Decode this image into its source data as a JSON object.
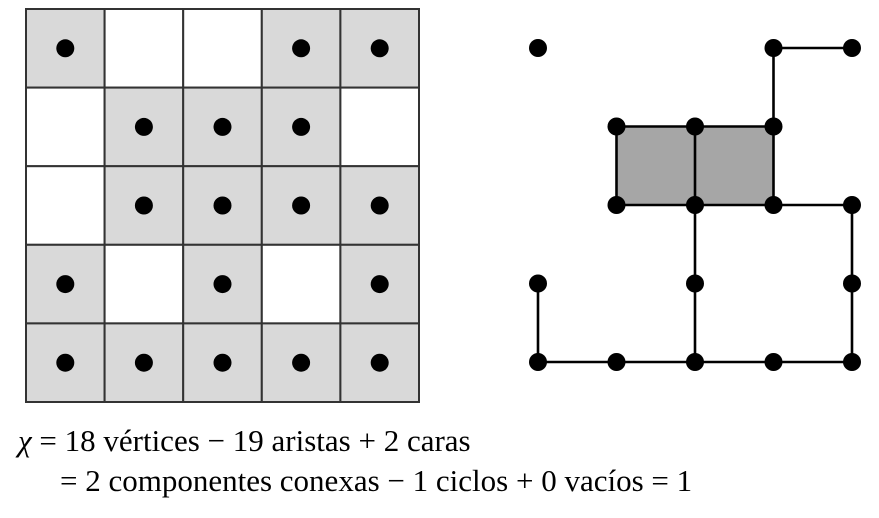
{
  "grid": {
    "rows": 5,
    "cols": 5,
    "cells": [
      [
        1,
        0,
        0,
        1,
        1
      ],
      [
        0,
        1,
        1,
        1,
        0
      ],
      [
        0,
        1,
        1,
        1,
        1
      ],
      [
        1,
        0,
        1,
        0,
        1
      ],
      [
        1,
        1,
        1,
        1,
        1
      ]
    ],
    "fill_color": "#d9d9d9",
    "empty_color": "#ffffff",
    "line_color": "#333333",
    "dot_color": "#000000"
  },
  "complex": {
    "vertices": [
      [
        0,
        0
      ],
      [
        3,
        0
      ],
      [
        4,
        0
      ],
      [
        1,
        1
      ],
      [
        2,
        1
      ],
      [
        3,
        1
      ],
      [
        1,
        2
      ],
      [
        2,
        2
      ],
      [
        3,
        2
      ],
      [
        4,
        2
      ],
      [
        0,
        3
      ],
      [
        2,
        3
      ],
      [
        4,
        3
      ],
      [
        0,
        4
      ],
      [
        1,
        4
      ],
      [
        2,
        4
      ],
      [
        3,
        4
      ],
      [
        4,
        4
      ]
    ],
    "edges": [
      [
        [
          3,
          0
        ],
        [
          4,
          0
        ]
      ],
      [
        [
          3,
          0
        ],
        [
          3,
          1
        ]
      ],
      [
        [
          1,
          1
        ],
        [
          2,
          1
        ]
      ],
      [
        [
          2,
          1
        ],
        [
          3,
          1
        ]
      ],
      [
        [
          1,
          1
        ],
        [
          1,
          2
        ]
      ],
      [
        [
          2,
          1
        ],
        [
          2,
          2
        ]
      ],
      [
        [
          3,
          1
        ],
        [
          3,
          2
        ]
      ],
      [
        [
          1,
          2
        ],
        [
          2,
          2
        ]
      ],
      [
        [
          2,
          2
        ],
        [
          3,
          2
        ]
      ],
      [
        [
          3,
          2
        ],
        [
          4,
          2
        ]
      ],
      [
        [
          2,
          2
        ],
        [
          2,
          3
        ]
      ],
      [
        [
          4,
          2
        ],
        [
          4,
          3
        ]
      ],
      [
        [
          0,
          3
        ],
        [
          0,
          4
        ]
      ],
      [
        [
          2,
          3
        ],
        [
          2,
          4
        ]
      ],
      [
        [
          4,
          3
        ],
        [
          4,
          4
        ]
      ],
      [
        [
          0,
          4
        ],
        [
          1,
          4
        ]
      ],
      [
        [
          1,
          4
        ],
        [
          2,
          4
        ]
      ],
      [
        [
          2,
          4
        ],
        [
          3,
          4
        ]
      ],
      [
        [
          3,
          4
        ],
        [
          4,
          4
        ]
      ]
    ],
    "faces": [
      [
        [
          1,
          1
        ],
        [
          2,
          1
        ],
        [
          2,
          2
        ],
        [
          1,
          2
        ]
      ],
      [
        [
          2,
          1
        ],
        [
          3,
          1
        ],
        [
          3,
          2
        ],
        [
          2,
          2
        ]
      ]
    ],
    "face_color": "#a6a6a6"
  },
  "equation": {
    "line1": {
      "chi": "χ",
      "equals": "=",
      "n_vertices": "18",
      "vertices_word": "vértices",
      "minus": "−",
      "n_edges": "19",
      "edges_word": "aristas",
      "plus": "+",
      "n_faces": "2",
      "faces_word": "caras"
    },
    "line2": {
      "equals": "=",
      "n_components": "2",
      "components_word": "componentes conexas",
      "minus": "−",
      "n_cycles": "1",
      "cycles_word": "ciclos",
      "plus": "+",
      "n_voids": "0",
      "voids_word": "vacíos",
      "equals2": "=",
      "result": "1"
    }
  }
}
